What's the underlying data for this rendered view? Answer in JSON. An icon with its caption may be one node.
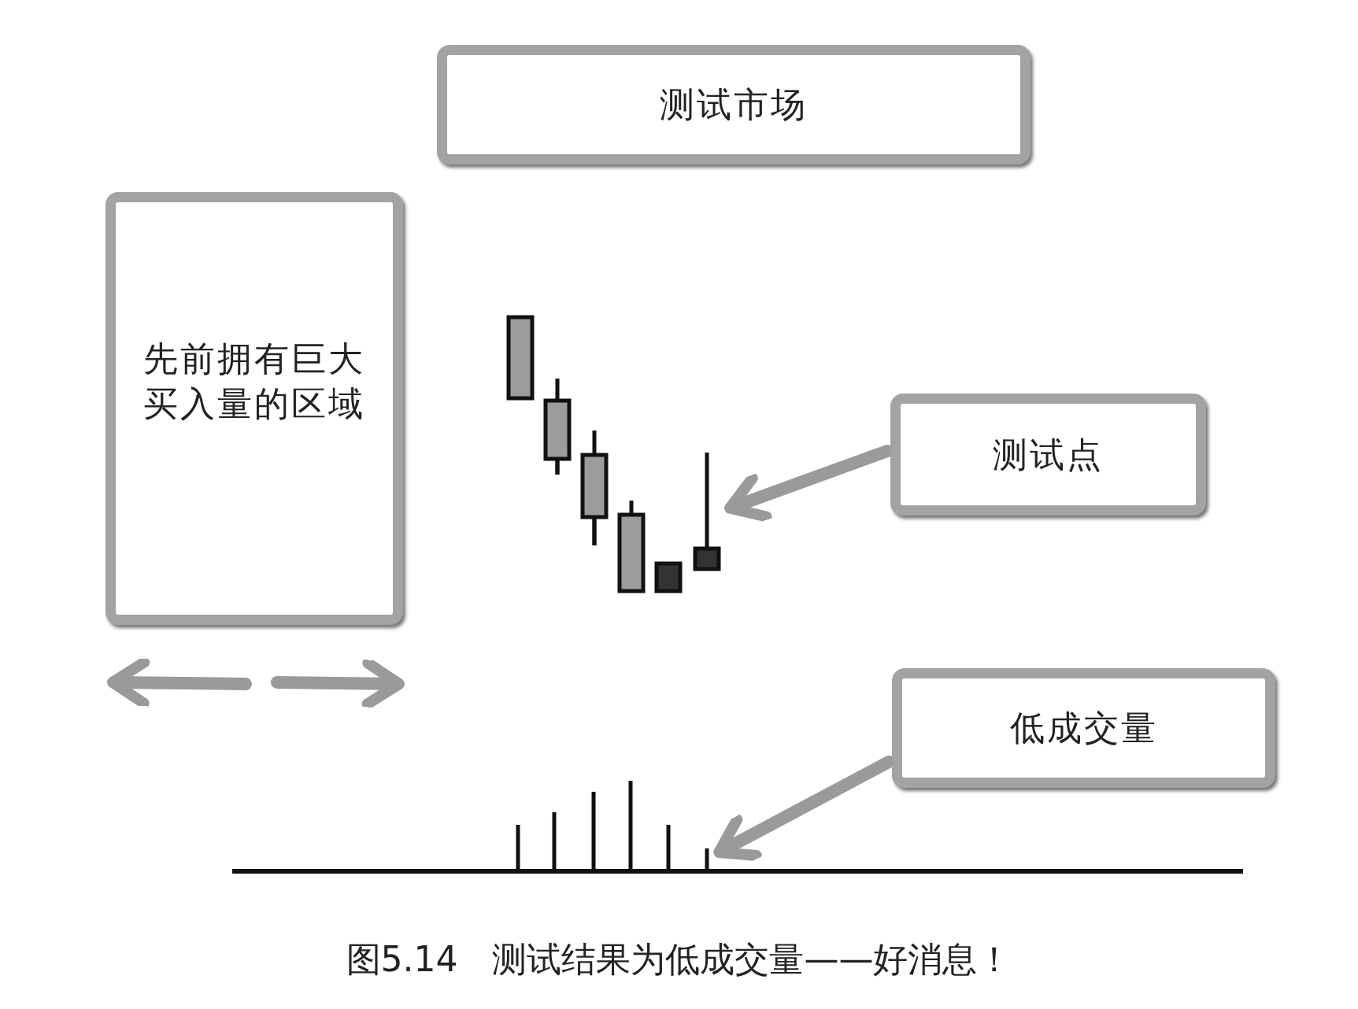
{
  "diagram": {
    "nodes": [
      {
        "text": [
          "测试市场"
        ]
      },
      {
        "text": [
          "先前拥有巨大买入量的区域"
        ]
      },
      {
        "text": [
          "测试点"
        ]
      },
      {
        "text": [
          "低成交量"
        ]
      },
      {
        "text": [],
        "shape": "bar"
      },
      {
        "text": [],
        "shape": "bar"
      }
    ],
    "edges": [
      {
        "from": 2,
        "to": 4,
        "arrow": "to"
      },
      {
        "from": 3,
        "to": 5,
        "arrow": "to"
      }
    ],
    "caption": "图5.14　测试结果为低成交量——好消息！"
  }
}
